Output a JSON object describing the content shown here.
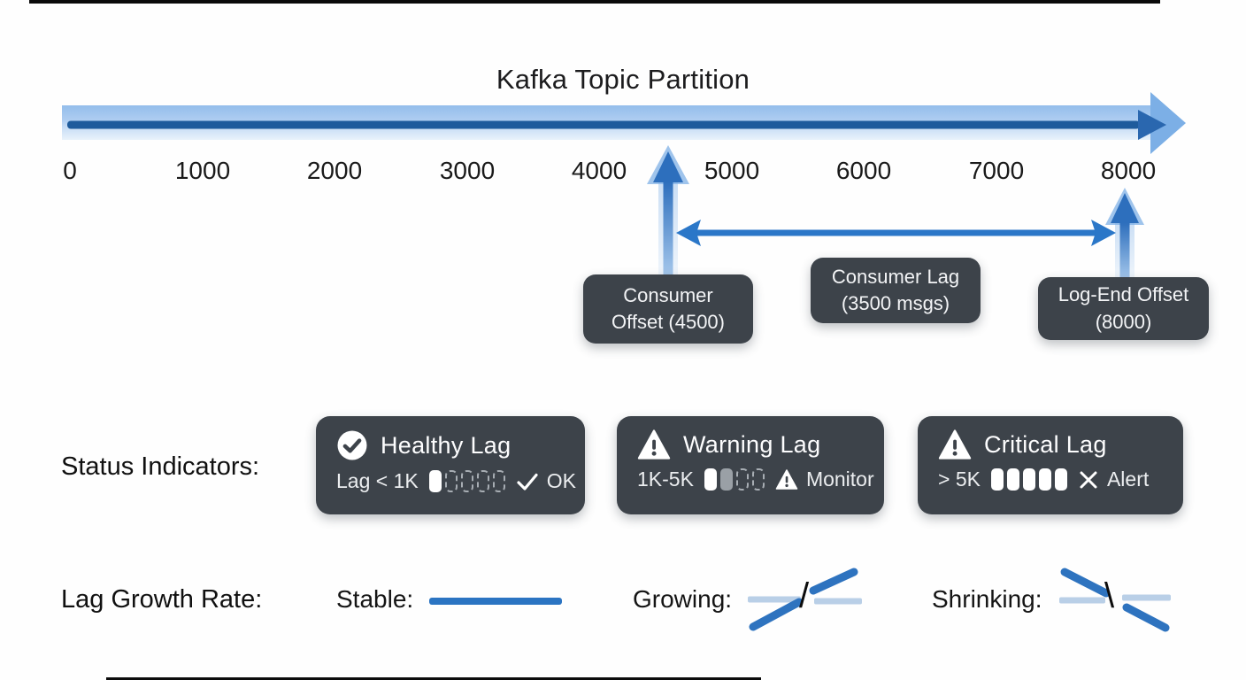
{
  "title": "Kafka Topic Partition",
  "axis": {
    "ticks": [
      "0",
      "1000",
      "2000",
      "3000",
      "4000",
      "5000",
      "6000",
      "7000",
      "8000"
    ]
  },
  "markers": {
    "consumer_offset": {
      "line1": "Consumer",
      "line2": "Offset (4500)"
    },
    "consumer_lag": {
      "line1": "Consumer Lag",
      "line2": "(3500 msgs)"
    },
    "log_end_offset": {
      "line1": "Log-End Offset",
      "line2": "(8000)"
    }
  },
  "status": {
    "label": "Status Indicators:",
    "cards": [
      {
        "title": "Healthy Lag",
        "icon": "check-circle",
        "range": "Lag < 1K",
        "blocks": [
          "filled",
          "dashed",
          "dashed",
          "dashed",
          "dashed"
        ],
        "verdict_icon": "check",
        "verdict": "OK"
      },
      {
        "title": "Warning Lag",
        "icon": "warning-triangle",
        "range": "1K-5K",
        "blocks": [
          "filled",
          "gray",
          "dashed",
          "dashed"
        ],
        "verdict_icon": "warning-triangle",
        "verdict": "Monitor"
      },
      {
        "title": "Critical Lag",
        "icon": "warning-triangle",
        "range": "> 5K",
        "blocks": [
          "filled",
          "filled",
          "filled",
          "filled",
          "filled"
        ],
        "verdict_icon": "x-mark",
        "verdict": "Alert"
      }
    ]
  },
  "growth": {
    "label": "Lag Growth Rate:",
    "stable_label": "Stable:",
    "growing_label": "Growing:",
    "growing_glyph": "/",
    "shrinking_label": "Shrinking:",
    "shrinking_glyph": "\\"
  },
  "colors": {
    "accent_blue": "#2b74c4",
    "bar_light_blue": "#a9cbf0",
    "bar_dark_stripe": "#1e5b9c",
    "card_background": "#3d434a",
    "light_trend_line": "#b9cfe7"
  }
}
